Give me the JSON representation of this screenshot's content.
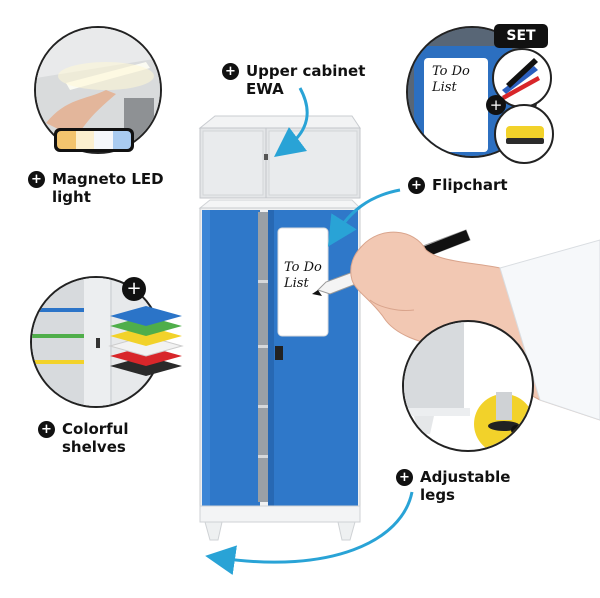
{
  "labels": {
    "upper_cabinet": "Upper cabinet\nEWA",
    "magneto": "Magneto LED\nlight",
    "flipchart": "Flipchart",
    "colorful": "Colorful\nshelves",
    "adjustable": "Adjustable\nlegs"
  },
  "plus_symbol": "+",
  "set_badge": "SET",
  "whiteboard_text": "To Do\nList",
  "flip_text": "To Do\nList",
  "colors": {
    "blue_door": "#2f78c9",
    "cabinet_grey": "#e4e6e8",
    "arrow": "#29a3d6",
    "black": "#111111",
    "yellow": "#f2d22a"
  },
  "icons": [
    "plus-icon",
    "arrow-icon",
    "lock-icon",
    "marker-icon",
    "sponge-icon",
    "hand-icon"
  ]
}
